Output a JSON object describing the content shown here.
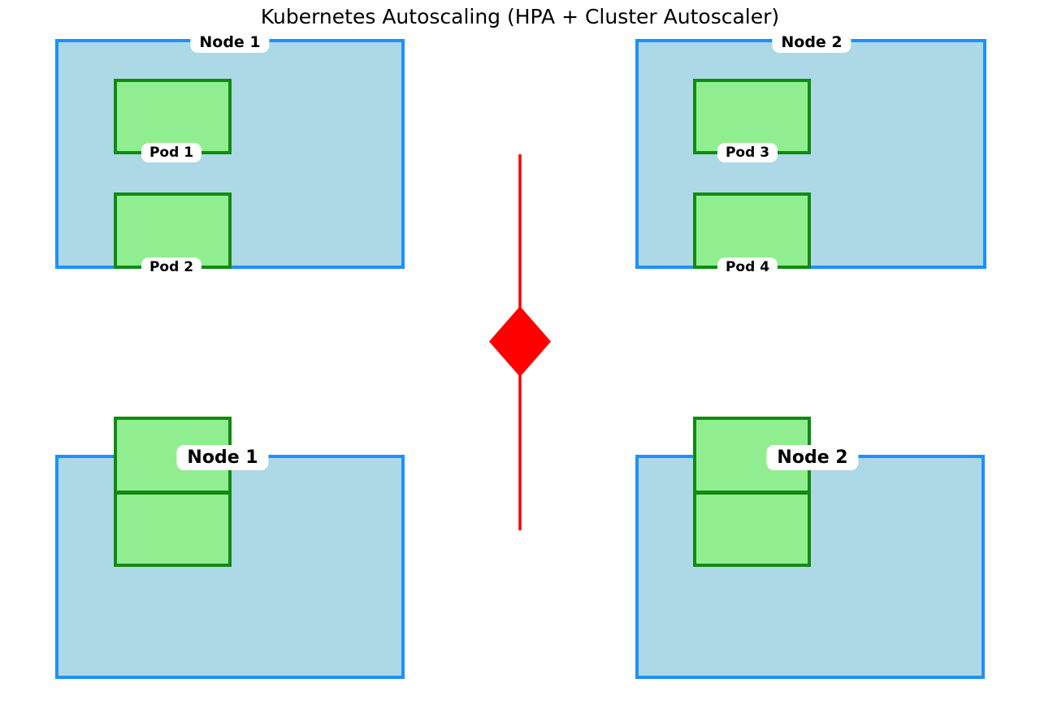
{
  "title": "Kubernetes Autoscaling (HPA + Cluster Autoscaler)",
  "colors": {
    "node_fill": "#ADD8E6",
    "node_border": "#1E90FF",
    "pod_fill": "#90EE90",
    "pod_border": "#128A12",
    "event_marker_red": "#FF0000",
    "label_background": "#FFFFFF",
    "label_text": "#000000"
  },
  "before_scaling": {
    "nodes": [
      {
        "label": "Node 1",
        "pods": [
          "Pod 1",
          "Pod 2"
        ]
      },
      {
        "label": "Node 2",
        "pods": [
          "Pod 3",
          "Pod 4"
        ]
      }
    ]
  },
  "after_scaling": {
    "nodes": [
      {
        "label": "Node 1",
        "unlabeled_pod_slots": 2
      },
      {
        "label": "Node 2",
        "unlabeled_pod_slots": 2
      }
    ]
  },
  "event_marker": {
    "icon": "scale-event-diamond-icon",
    "shape": "diamond-on-vertical-line"
  }
}
